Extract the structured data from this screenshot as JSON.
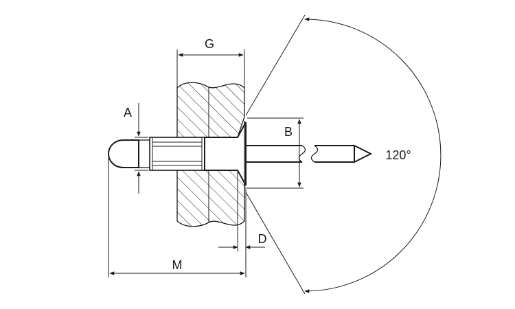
{
  "labels": {
    "a": "A",
    "b": "B",
    "d": "D",
    "g": "G",
    "m": "M",
    "angle": "120°"
  },
  "colors": {
    "line": "#1a1a1a",
    "background": "#ffffff"
  }
}
